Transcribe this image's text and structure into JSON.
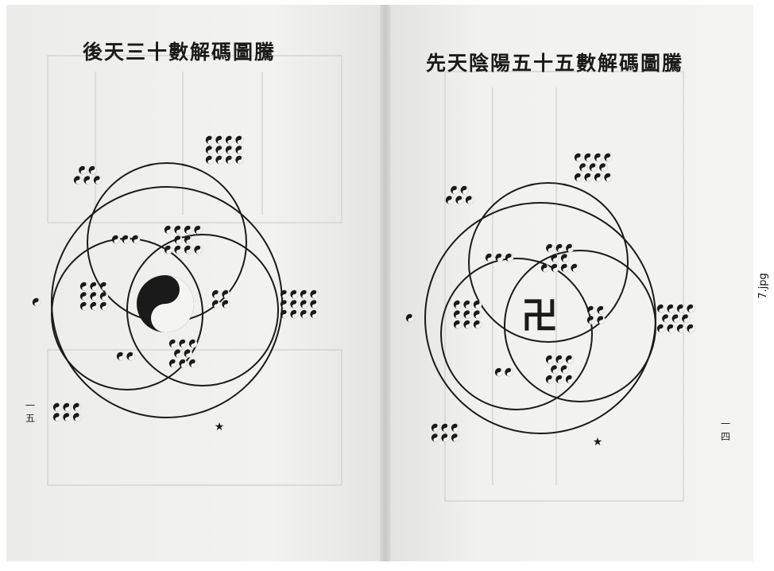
{
  "left_page": {
    "title": "後天三十數解碼圖騰",
    "page_number": "一五",
    "center_symbol": "yin-yang-icon"
  },
  "right_page": {
    "title": "先天陰陽五十五數解碼圖騰",
    "page_number": "一四",
    "center_symbol": "swastika-icon",
    "center_glyph": "卍"
  },
  "file_label": "7.jpg",
  "colors": {
    "ink": "#1a1a1a",
    "paper": "#f0f0ee"
  }
}
